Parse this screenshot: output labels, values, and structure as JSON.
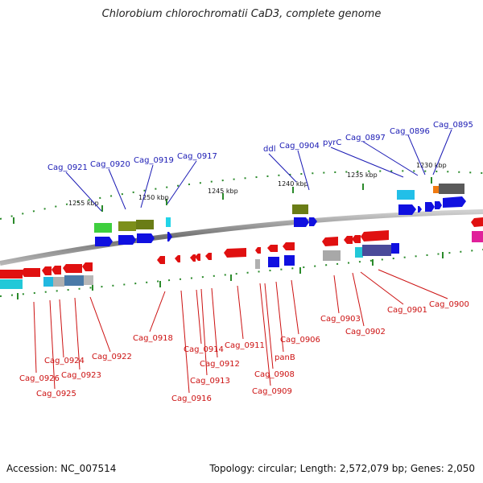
{
  "title": "Chlorobium chlorochromatii CaD3, complete genome",
  "footer": {
    "accession": "Accession: NC_007514",
    "summary": "Topology: circular; Length: 2,572,079 bp; Genes: 2,050"
  },
  "scale_labels": [
    "1255 kbp",
    "1250 kbp",
    "1245 kbp",
    "1240 kbp",
    "1235 kbp",
    "1230 kbp"
  ],
  "top_gene_labels": [
    "Cag_0921",
    "Cag_0920",
    "Cag_0919",
    "Cag_0917",
    "ddl",
    "Cag_0904",
    "pyrC",
    "Cag_0897",
    "Cag_0896",
    "Cag_0895"
  ],
  "bottom_gene_labels": [
    "Cag_0926",
    "Cag_0925",
    "Cag_0924",
    "Cag_0923",
    "Cag_0922",
    "Cag_0918",
    "Cag_0916",
    "Cag_0914",
    "Cag_0913",
    "Cag_0912",
    "Cag_0911",
    "Cag_0909",
    "Cag_0908",
    "panB",
    "Cag_0906",
    "Cag_0903",
    "Cag_0902",
    "Cag_0901",
    "Cag_0900"
  ],
  "colors": {
    "forward_gene": "#1010e0",
    "reverse_gene": "#e01010",
    "top_label": "#1a1ab4",
    "bottom_label": "#cc1111",
    "backbone": "#888888",
    "tick": "#2a8a2a"
  }
}
